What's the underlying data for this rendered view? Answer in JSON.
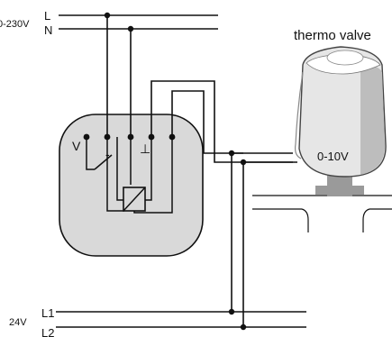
{
  "supply": {
    "voltage_label": "0-230V",
    "line_label": "L",
    "neutral_label": "N"
  },
  "low_voltage": {
    "voltage_label": "24V",
    "line1_label": "L1",
    "line2_label": "L2"
  },
  "module": {
    "terminal_v_label": "V",
    "terminal_minus_label": "-",
    "terminal_ground_label": "⊥"
  },
  "valve": {
    "title": "thermo valve",
    "signal_label": "0-10V"
  },
  "colors": {
    "wire": "#111111",
    "module_fill": "#d9d9d9",
    "valve_light": "#e6e6e6",
    "valve_mid": "#bdbdbd",
    "valve_dark": "#9a9a9a"
  }
}
